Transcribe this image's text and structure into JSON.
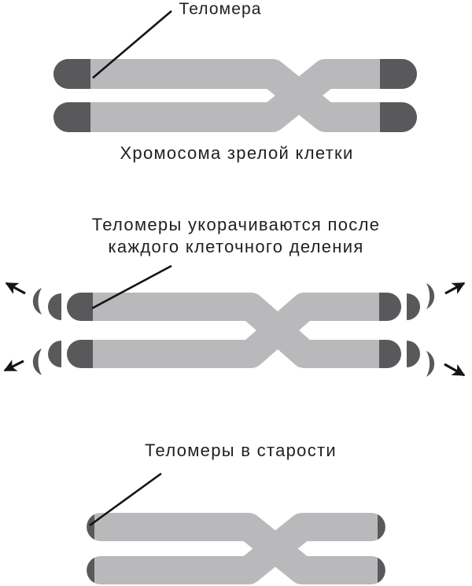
{
  "page": {
    "background": "#ffffff"
  },
  "colors": {
    "chromatid_body": "#b9b9bb",
    "telomere": "#59595b",
    "ink": "#232020",
    "line": "#141414"
  },
  "sections": {
    "mature": {
      "callout_label": "Теломера",
      "caption": "Хромосома зрелой клетки"
    },
    "shortening": {
      "caption_line1": "Теломеры укорачиваются после",
      "caption_line2": "каждого клеточного деления"
    },
    "aged": {
      "caption": "Теломеры в старости"
    }
  },
  "icons": {
    "outward_arrow": "black dart arrow pointing away from chromosome end",
    "telomere_fragment": "dark crescent fragment breaking off telomere"
  }
}
